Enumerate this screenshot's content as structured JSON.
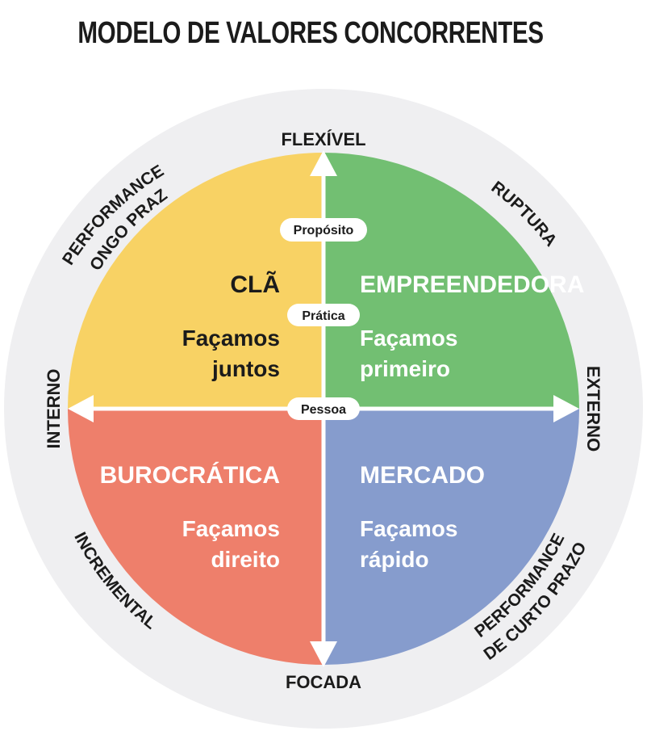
{
  "title": "MODELO DE VALORES CONCORRENTES",
  "axes": {
    "top": "FLEXÍVEL",
    "bottom": "FOCADA",
    "left": "INTERNO",
    "right": "EXTERNO"
  },
  "outer": {
    "top_left": [
      "PERFORMANCE",
      "LONGO PRAZO"
    ],
    "top_right": "RUPTURA",
    "bottom_left": "INCREMENTAL",
    "bottom_right": [
      "PERFORMANCE",
      "DE CURTO PRAZO"
    ]
  },
  "pills": {
    "upper": "Propósito",
    "middle": "Prática",
    "center": "Pessoa"
  },
  "quadrants": {
    "top_left": {
      "title": "CLÃ",
      "motto": [
        "Façamos",
        "juntos"
      ],
      "color": "#f8d264",
      "text_color": "#1b1b1b"
    },
    "top_right": {
      "title": "EMPREENDEDORA",
      "motto": [
        "Façamos",
        "primeiro"
      ],
      "color": "#72bf72",
      "text_color": "#ffffff"
    },
    "bottom_left": {
      "title": "BUROCRÁTICA",
      "motto": [
        "Façamos",
        "direito"
      ],
      "color": "#ee7f6b",
      "text_color": "#ffffff"
    },
    "bottom_right": {
      "title": "MERCADO",
      "motto": [
        "Façamos",
        "rápido"
      ],
      "color": "#869ccd",
      "text_color": "#ffffff"
    }
  },
  "colors": {
    "outer_ring": "#efeff1",
    "axis": "#ffffff",
    "text": "#1b1b1b"
  }
}
